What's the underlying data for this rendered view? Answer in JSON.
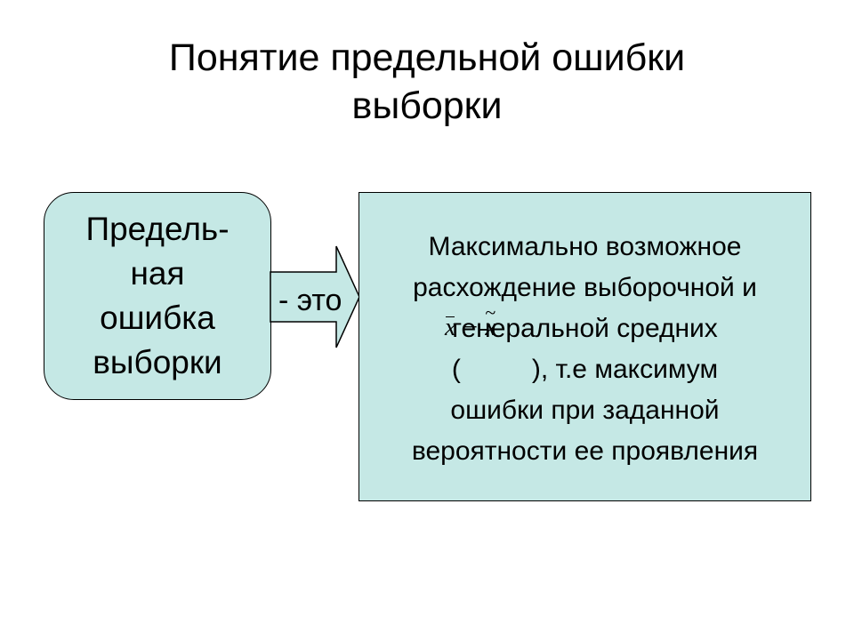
{
  "slide": {
    "title_lines": [
      "Понятие предельной ошибки",
      "выборки"
    ]
  },
  "term_box": {
    "lines": [
      "Предель-",
      "ная",
      "ошибка",
      "выборки"
    ]
  },
  "connector": {
    "label": "- это"
  },
  "definition_box": {
    "line_1": "Максимально возможное",
    "line_2": "расхождение выборочной и",
    "line_3": "генеральной средних",
    "line_4_open": "(",
    "line_4_close": "), т.е максимум",
    "line_5": "ошибки при заданной",
    "line_6": "вероятности ее проявления",
    "formula": {
      "left": "x",
      "operator": "−",
      "right": "x"
    }
  }
}
